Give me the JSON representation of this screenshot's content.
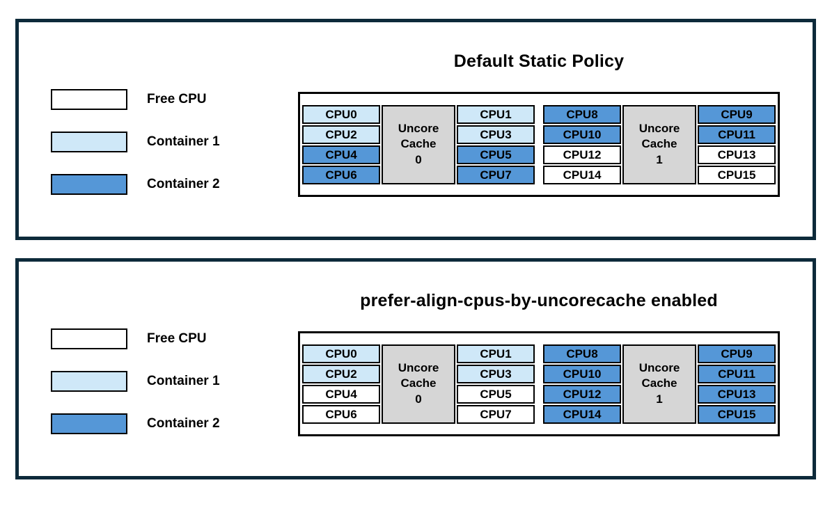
{
  "colors": {
    "panel-border": "#0d2a3a",
    "free": "#ffffff",
    "container1": "#cfe8f8",
    "container2": "#5597d7",
    "uncore": "#d6d6d6"
  },
  "legend": {
    "items": [
      {
        "label": "Free CPU",
        "state": "free"
      },
      {
        "label": "Container 1",
        "state": "container1"
      },
      {
        "label": "Container 2",
        "state": "container2"
      }
    ]
  },
  "panels": [
    {
      "title": "Default Static Policy",
      "groups": [
        {
          "cache_label": "Uncore\nCache\n0",
          "left": [
            {
              "label": "CPU0",
              "state": "container1"
            },
            {
              "label": "CPU2",
              "state": "container1"
            },
            {
              "label": "CPU4",
              "state": "container2"
            },
            {
              "label": "CPU6",
              "state": "container2"
            }
          ],
          "right": [
            {
              "label": "CPU1",
              "state": "container1"
            },
            {
              "label": "CPU3",
              "state": "container1"
            },
            {
              "label": "CPU5",
              "state": "container2"
            },
            {
              "label": "CPU7",
              "state": "container2"
            }
          ]
        },
        {
          "cache_label": "Uncore\nCache\n1",
          "left": [
            {
              "label": "CPU8",
              "state": "container2"
            },
            {
              "label": "CPU10",
              "state": "container2"
            },
            {
              "label": "CPU12",
              "state": "free"
            },
            {
              "label": "CPU14",
              "state": "free"
            }
          ],
          "right": [
            {
              "label": "CPU9",
              "state": "container2"
            },
            {
              "label": "CPU11",
              "state": "container2"
            },
            {
              "label": "CPU13",
              "state": "free"
            },
            {
              "label": "CPU15",
              "state": "free"
            }
          ]
        }
      ]
    },
    {
      "title": "prefer-align-cpus-by-uncorecache enabled",
      "groups": [
        {
          "cache_label": "Uncore\nCache\n0",
          "left": [
            {
              "label": "CPU0",
              "state": "container1"
            },
            {
              "label": "CPU2",
              "state": "container1"
            },
            {
              "label": "CPU4",
              "state": "free"
            },
            {
              "label": "CPU6",
              "state": "free"
            }
          ],
          "right": [
            {
              "label": "CPU1",
              "state": "container1"
            },
            {
              "label": "CPU3",
              "state": "container1"
            },
            {
              "label": "CPU5",
              "state": "free"
            },
            {
              "label": "CPU7",
              "state": "free"
            }
          ]
        },
        {
          "cache_label": "Uncore\nCache\n1",
          "left": [
            {
              "label": "CPU8",
              "state": "container2"
            },
            {
              "label": "CPU10",
              "state": "container2"
            },
            {
              "label": "CPU12",
              "state": "container2"
            },
            {
              "label": "CPU14",
              "state": "container2"
            }
          ],
          "right": [
            {
              "label": "CPU9",
              "state": "container2"
            },
            {
              "label": "CPU11",
              "state": "container2"
            },
            {
              "label": "CPU13",
              "state": "container2"
            },
            {
              "label": "CPU15",
              "state": "container2"
            }
          ]
        }
      ]
    }
  ]
}
